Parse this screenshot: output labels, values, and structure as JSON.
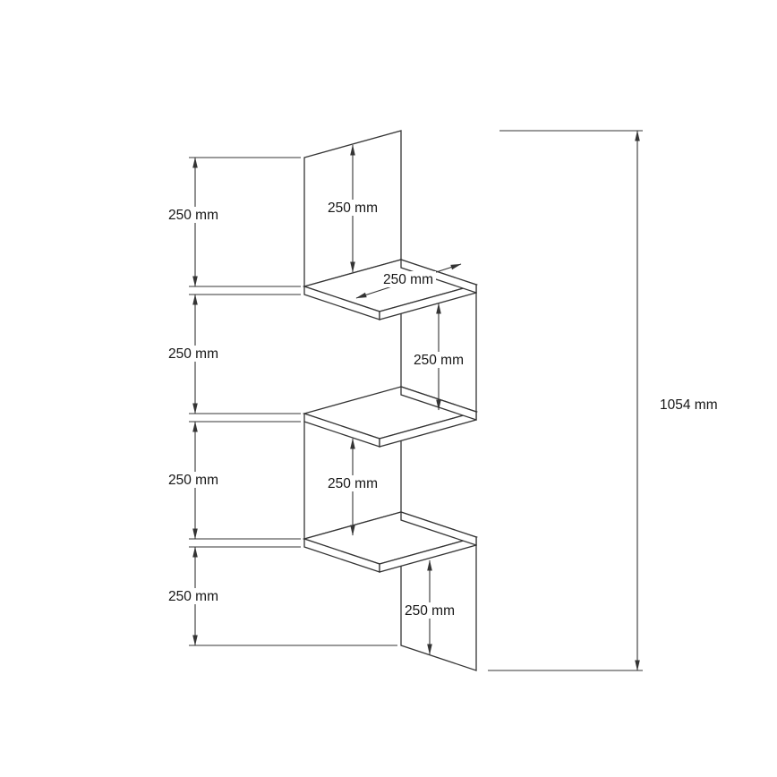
{
  "meta": {
    "background_color": "#ffffff",
    "line_color": "#343434",
    "text_color": "#161616"
  },
  "dimensions": {
    "left_chain": [
      {
        "label": "250 mm"
      },
      {
        "label": "250 mm"
      },
      {
        "label": "250 mm"
      },
      {
        "label": "250 mm"
      }
    ],
    "inner": {
      "top_panel_height": "250 mm",
      "top_shelf_depth": "250 mm",
      "upper_section_height": "250 mm",
      "lower_section_height": "250 mm",
      "bottom_panel_height": "250 mm"
    },
    "total_height": "1054 mm"
  }
}
